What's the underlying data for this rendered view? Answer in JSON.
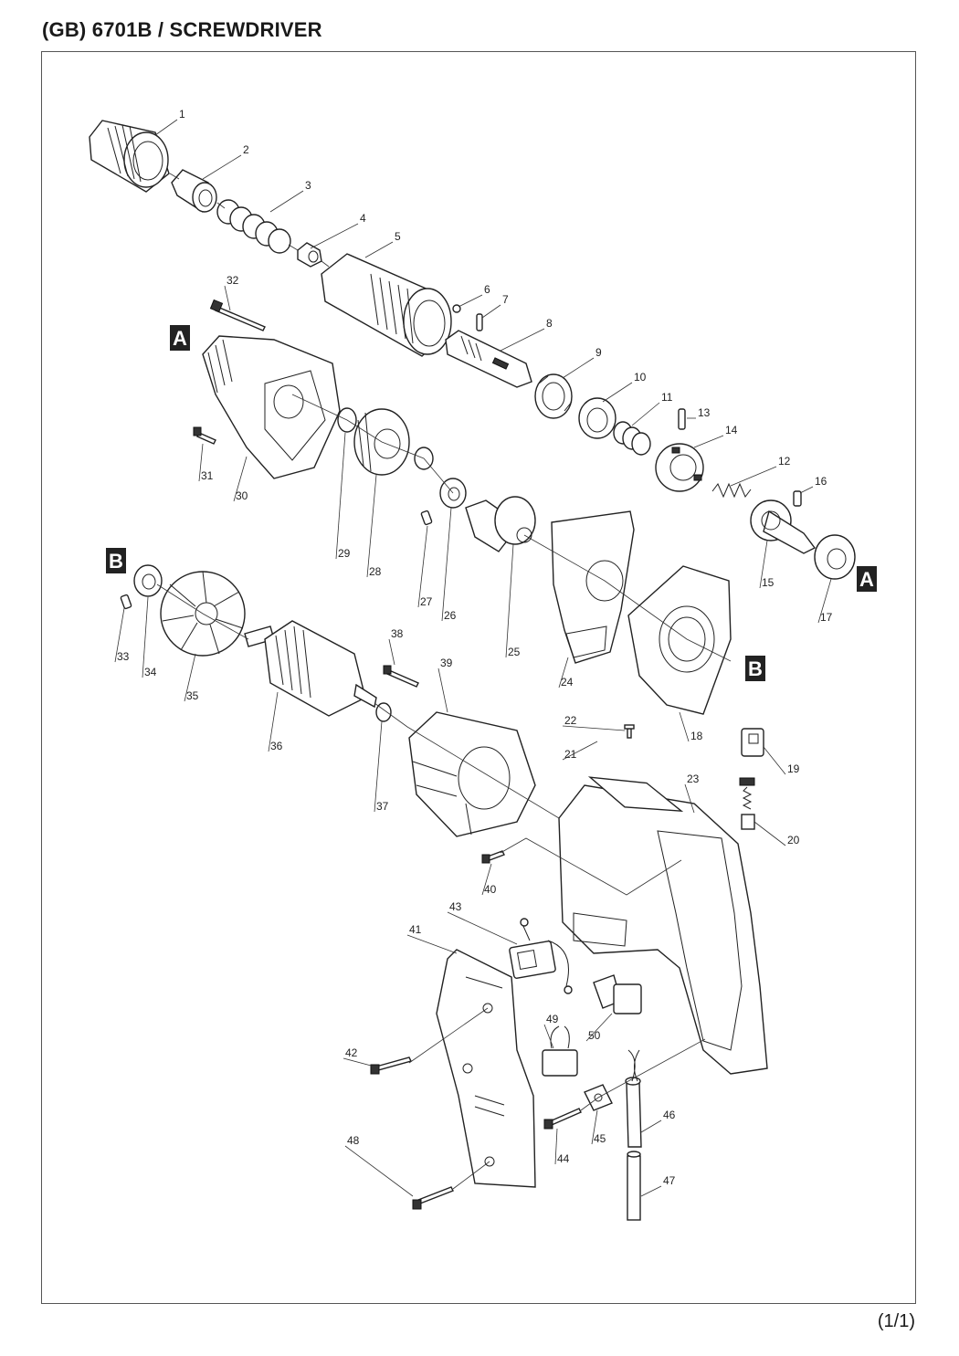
{
  "header": {
    "title": "(GB) 6701B / SCREWDRIVER"
  },
  "footer": {
    "page": "(1/1)"
  },
  "markers": [
    "A",
    "B"
  ],
  "parts": [
    {
      "n": "1"
    },
    {
      "n": "2"
    },
    {
      "n": "3"
    },
    {
      "n": "4"
    },
    {
      "n": "5"
    },
    {
      "n": "6"
    },
    {
      "n": "7"
    },
    {
      "n": "8"
    },
    {
      "n": "9"
    },
    {
      "n": "10"
    },
    {
      "n": "11"
    },
    {
      "n": "12"
    },
    {
      "n": "13"
    },
    {
      "n": "14"
    },
    {
      "n": "15"
    },
    {
      "n": "16"
    },
    {
      "n": "17"
    },
    {
      "n": "18"
    },
    {
      "n": "19"
    },
    {
      "n": "20"
    },
    {
      "n": "21"
    },
    {
      "n": "22"
    },
    {
      "n": "23"
    },
    {
      "n": "24"
    },
    {
      "n": "25"
    },
    {
      "n": "26"
    },
    {
      "n": "27"
    },
    {
      "n": "28"
    },
    {
      "n": "29"
    },
    {
      "n": "30"
    },
    {
      "n": "31"
    },
    {
      "n": "32"
    },
    {
      "n": "33"
    },
    {
      "n": "34"
    },
    {
      "n": "35"
    },
    {
      "n": "36"
    },
    {
      "n": "37"
    },
    {
      "n": "38"
    },
    {
      "n": "39"
    },
    {
      "n": "40"
    },
    {
      "n": "41"
    },
    {
      "n": "42"
    },
    {
      "n": "43"
    },
    {
      "n": "44"
    },
    {
      "n": "45"
    },
    {
      "n": "46"
    },
    {
      "n": "47"
    },
    {
      "n": "48"
    },
    {
      "n": "49"
    },
    {
      "n": "50"
    }
  ]
}
